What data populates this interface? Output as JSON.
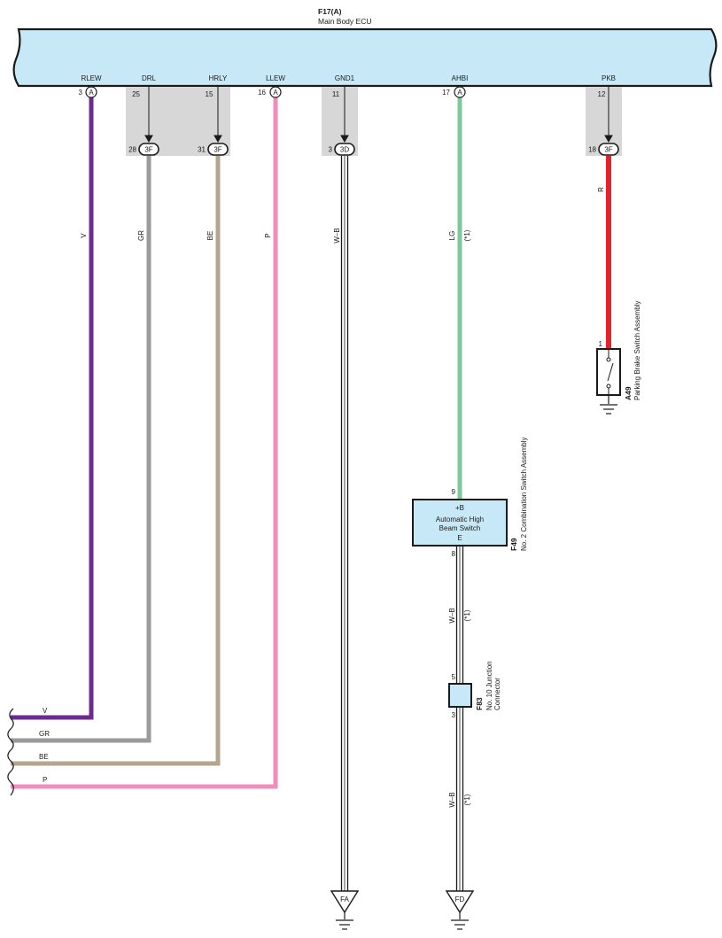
{
  "ecu": {
    "code": "F17(A)",
    "name": "Main Body ECU",
    "fill": "#c7e9f7",
    "pins": [
      {
        "name": "RLEW",
        "pin": "3",
        "conn": "A"
      },
      {
        "name": "DRL",
        "pin": "25",
        "conn": ""
      },
      {
        "name": "HRLY",
        "pin": "15",
        "conn": ""
      },
      {
        "name": "LLEW",
        "pin": "16",
        "conn": "A"
      },
      {
        "name": "GND1",
        "pin": "11",
        "conn": ""
      },
      {
        "name": "AHBI",
        "pin": "17",
        "conn": "A"
      },
      {
        "name": "PKB",
        "pin": "12",
        "conn": ""
      }
    ]
  },
  "junctions": [
    {
      "pin": "28",
      "conn": "3F"
    },
    {
      "pin": "31",
      "conn": "3F"
    },
    {
      "pin": "3",
      "conn": "3D"
    },
    {
      "pin": "18",
      "conn": "3F"
    }
  ],
  "wires": [
    {
      "code": "V",
      "color": "#6b2c8f"
    },
    {
      "code": "GR",
      "color": "#9a9a9a"
    },
    {
      "code": "BE",
      "color": "#b5a48e"
    },
    {
      "code": "P",
      "color": "#ef8dbd"
    },
    {
      "code": "W–B",
      "color": "#ffffff"
    },
    {
      "code": "LG",
      "color": "#7dc99b"
    },
    {
      "code": "R",
      "color": "#e8202a"
    }
  ],
  "wire_note": "(*1)",
  "parking_brake": {
    "pin": "1",
    "code": "A49",
    "name": "Parking Brake Switch Assembly"
  },
  "combo_switch": {
    "code": "F49",
    "name": "No. 2 Combination Switch Assembly",
    "pin_in": "9",
    "pin_out": "8",
    "terminal_in": "+B",
    "terminal_out": "E",
    "line1": "Automatic High",
    "line2": "Beam Switch",
    "fill": "#c7e9f7"
  },
  "junction_connector": {
    "code": "F83",
    "name_line1": "No. 10 Junction",
    "name_line2": "Connector",
    "pin_in": "5",
    "pin_out": "3"
  },
  "grounds": {
    "left": "FA",
    "right": "FD"
  },
  "left_outputs": [
    "V",
    "GR",
    "BE",
    "P"
  ]
}
